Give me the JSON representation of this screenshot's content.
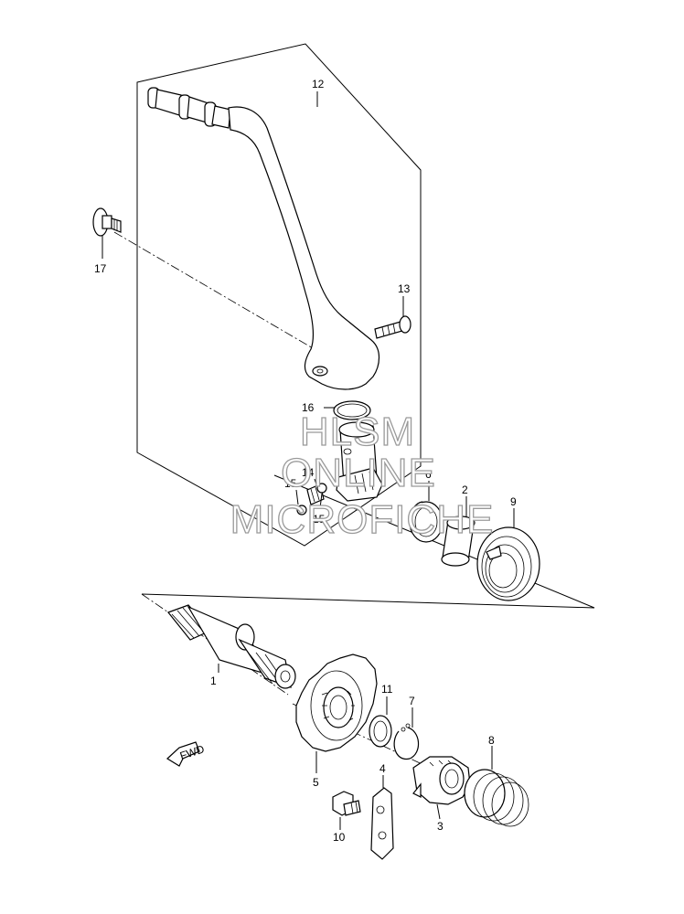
{
  "labels": {
    "p1": "1",
    "p2": "2",
    "p3": "3",
    "p4": "4",
    "p5": "5",
    "p6": "6",
    "p7": "7",
    "p8": "8",
    "p9": "9",
    "p10": "10",
    "p11": "11",
    "p12": "12",
    "p13": "13",
    "p14": "14",
    "p15a": "15",
    "p15b": "15",
    "p16": "16",
    "p17": "17"
  },
  "watermark": {
    "line1": "HLSM",
    "line2": "ONLINE",
    "line3": "MICROFICHE"
  },
  "fwd_label": "FWD"
}
